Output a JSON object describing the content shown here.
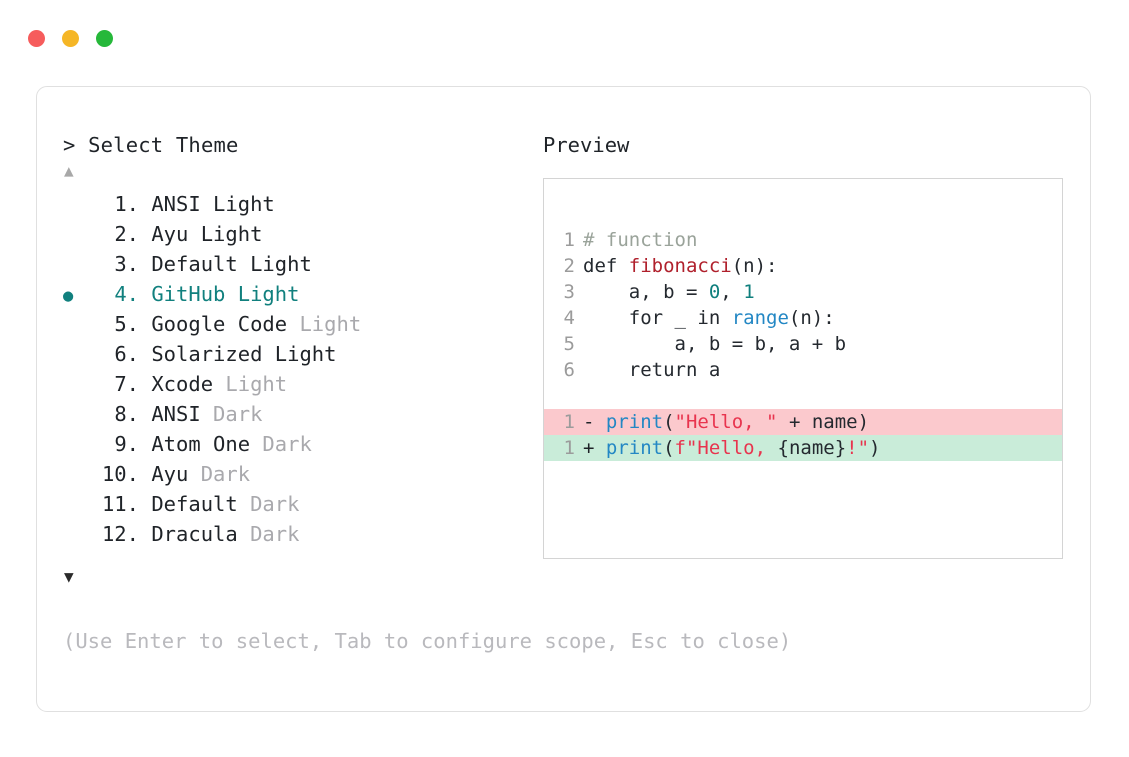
{
  "window": {
    "dots": [
      {
        "name": "close",
        "color": "#f65c5c"
      },
      {
        "name": "minimize",
        "color": "#f5b626"
      },
      {
        "name": "maximize",
        "color": "#26b83a"
      }
    ]
  },
  "selector": {
    "prompt_symbol": ">",
    "prompt_label": "Select Theme",
    "scroll_up_icon": "▲",
    "scroll_down_icon": "▼",
    "selected_bullet": "●",
    "selected_index": 4,
    "accent_color": "#11807e",
    "muted_color": "#a9a9ad",
    "items": [
      {
        "index": "1.",
        "name": "ANSI Light",
        "variant": ""
      },
      {
        "index": "2.",
        "name": "Ayu Light",
        "variant": ""
      },
      {
        "index": "3.",
        "name": "Default Light",
        "variant": ""
      },
      {
        "index": "4.",
        "name": "GitHub Light",
        "variant": ""
      },
      {
        "index": "5.",
        "name": "Google Code",
        "variant": " Light"
      },
      {
        "index": "6.",
        "name": "Solarized Light",
        "variant": ""
      },
      {
        "index": "7.",
        "name": "Xcode",
        "variant": " Light"
      },
      {
        "index": "8.",
        "name": "ANSI",
        "variant": " Dark"
      },
      {
        "index": "9.",
        "name": "Atom One",
        "variant": " Dark"
      },
      {
        "index": "10.",
        "name": "Ayu",
        "variant": " Dark"
      },
      {
        "index": "11.",
        "name": "Default",
        "variant": " Dark"
      },
      {
        "index": "12.",
        "name": "Dracula",
        "variant": " Dark"
      }
    ],
    "hint": "(Use Enter to select, Tab to configure scope, Esc to close)"
  },
  "preview": {
    "label": "Preview",
    "code_lines": [
      {
        "ln": "1",
        "tokens": [
          {
            "t": "# function",
            "c": "comment"
          }
        ]
      },
      {
        "ln": "2",
        "tokens": [
          {
            "t": "def ",
            "c": "kw"
          },
          {
            "t": "fibonacci",
            "c": "fn"
          },
          {
            "t": "(n):",
            "c": "plain"
          }
        ]
      },
      {
        "ln": "3",
        "tokens": [
          {
            "t": "    a, b = ",
            "c": "plain"
          },
          {
            "t": "0",
            "c": "num"
          },
          {
            "t": ", ",
            "c": "plain"
          },
          {
            "t": "1",
            "c": "num"
          }
        ]
      },
      {
        "ln": "4",
        "tokens": [
          {
            "t": "    for _ in ",
            "c": "plain"
          },
          {
            "t": "range",
            "c": "builtin"
          },
          {
            "t": "(n):",
            "c": "plain"
          }
        ]
      },
      {
        "ln": "5",
        "tokens": [
          {
            "t": "        a, b = b, a + b",
            "c": "plain"
          }
        ]
      },
      {
        "ln": "6",
        "tokens": [
          {
            "t": "    return a",
            "c": "plain"
          }
        ]
      }
    ],
    "diff_lines": [
      {
        "ln": "1",
        "sign": "-",
        "kind": "del",
        "bg": "#fbc9cd",
        "tokens": [
          {
            "t": "print",
            "c": "builtin"
          },
          {
            "t": "(",
            "c": "plain"
          },
          {
            "t": "\"Hello, \"",
            "c": "str"
          },
          {
            "t": " + name)",
            "c": "plain"
          }
        ]
      },
      {
        "ln": "1",
        "sign": "+",
        "kind": "add",
        "bg": "#c9ecd9",
        "tokens": [
          {
            "t": "print",
            "c": "builtin"
          },
          {
            "t": "(",
            "c": "plain"
          },
          {
            "t": "f\"Hello, ",
            "c": "str"
          },
          {
            "t": "{name}",
            "c": "plain"
          },
          {
            "t": "!\"",
            "c": "str"
          },
          {
            "t": ")",
            "c": "plain"
          }
        ]
      }
    ]
  }
}
